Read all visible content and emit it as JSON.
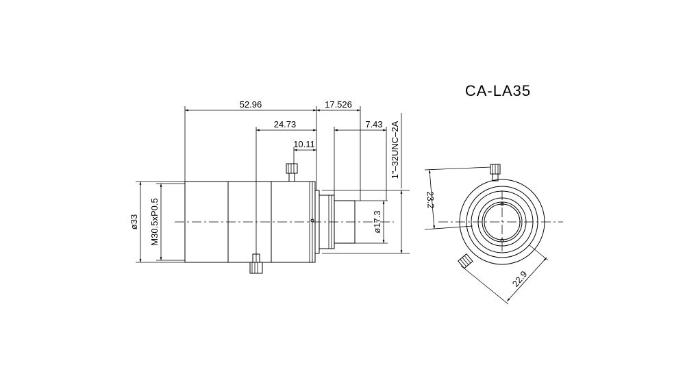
{
  "model_name": "CA-LA35",
  "dimensions": {
    "overall_length": "52.96",
    "flange_back": "17.526",
    "screw_position": "24.73",
    "mount_depth": "7.43",
    "screw_offset": "10.11",
    "mount_thread": "1”–32UNC–2A",
    "outer_diameter": "ø33",
    "filter_thread": "M30.5xP0.5",
    "rear_diameter": "ø17.3",
    "front_screw_height": "23.2",
    "side_screw_height": "22.9"
  },
  "colors": {
    "line": "#000000",
    "background": "#ffffff"
  }
}
